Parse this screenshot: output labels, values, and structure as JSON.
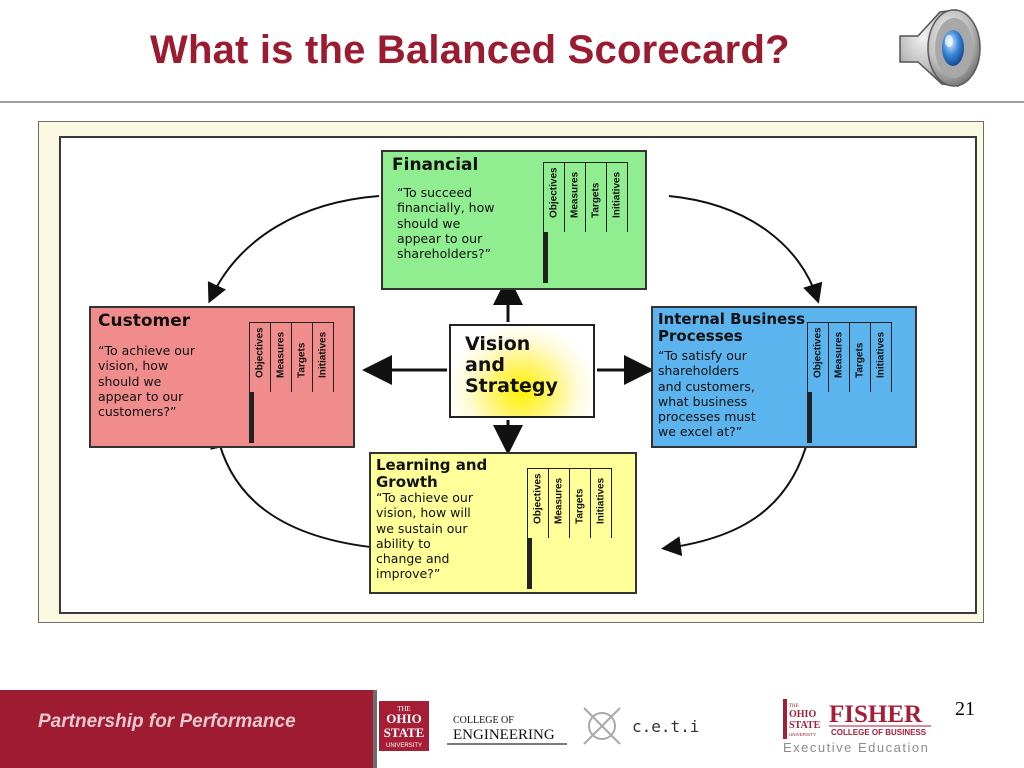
{
  "slide": {
    "title": "What is the Balanced Scorecard?",
    "page_number": "21"
  },
  "icons": {
    "speaker": "speaker-icon"
  },
  "colors": {
    "title": "#9b1b30",
    "financial": "#90ee90",
    "customer": "#f08c8c",
    "internal": "#5bb4ee",
    "learning": "#ffff99",
    "footer": "#9e1b32"
  },
  "diagram": {
    "measure_columns": [
      "Objectives",
      "Measures",
      "Targets",
      "Initiatives"
    ],
    "vision": "Vision\nand\nStrategy",
    "financial": {
      "title": "Financial",
      "text": "“To succeed\nfinancially, how\nshould we\nappear to our\nshareholders?”"
    },
    "customer": {
      "title": "Customer",
      "text": "“To achieve our\nvision, how\nshould we\nappear to our\ncustomers?”"
    },
    "internal": {
      "title": "Internal Business\nProcesses",
      "text": "“To satisfy our\nshareholders\nand customers,\nwhat business\nprocesses must\nwe excel at?”"
    },
    "learning": {
      "title": "Learning and\nGrowth",
      "text": "“To achieve our\nvision, how will\nwe sustain our\nability to\nchange and\nimprove?”"
    }
  },
  "footer": {
    "tagline": "Partnership for Performance",
    "logos": {
      "osu_line1": "THE",
      "osu_line2": "OHIO",
      "osu_line3": "STATE",
      "osu_line4": "UNIVERSITY",
      "coe_line1": "COLLEGE OF",
      "coe_line2": "ENGINEERING",
      "ceti": "c.e.t.i",
      "fisher": "FISHER",
      "fisher_sub": "COLLEGE OF BUSINESS",
      "fisher_exec": "Executive Education"
    }
  }
}
